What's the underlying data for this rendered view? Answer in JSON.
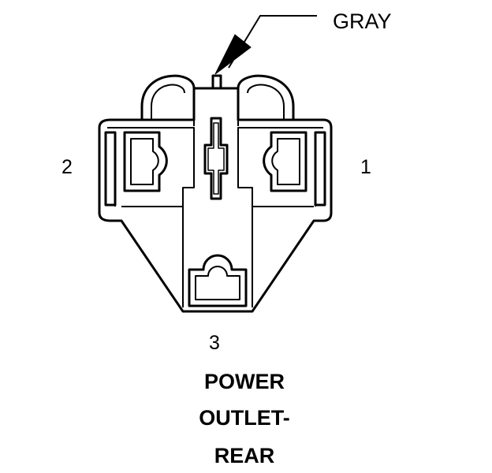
{
  "wire": {
    "color_label": "GRAY"
  },
  "pins": {
    "pin1": "1",
    "pin2": "2",
    "pin3": "3"
  },
  "title": {
    "line1": "POWER",
    "line2": "OUTLET-",
    "line3": "REAR"
  }
}
